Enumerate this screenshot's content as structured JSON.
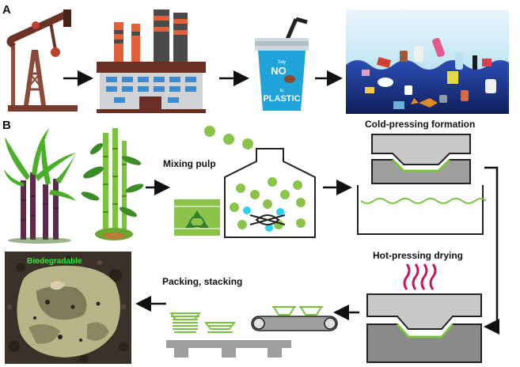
{
  "panel_a": {
    "letter": "A",
    "cup_text": {
      "line1": "Say",
      "line2": "NO",
      "line3": "to",
      "line4": "PLASTIC"
    }
  },
  "panel_b": {
    "letter": "B",
    "steps": {
      "mixing": "Mixing pulp",
      "cold_pressing": "Cold-pressing formation",
      "hot_pressing": "Hot-pressing drying",
      "packing": "Packing, stacking"
    },
    "photo_label": "Biodegradable"
  },
  "colors": {
    "arrow": "#111111",
    "pulp_green": "#8bc34a",
    "pulp_cyan": "#2ad3f0",
    "mold_gray": "#c8c8c8",
    "steam": "#c2185b",
    "label_green": "#39e639",
    "ocean_blue": "#1e40a0"
  }
}
